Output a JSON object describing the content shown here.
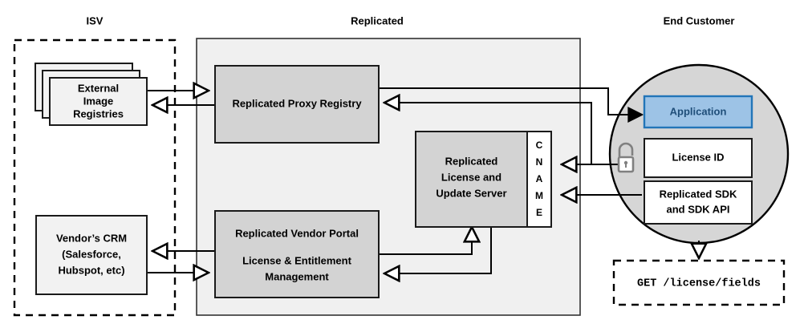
{
  "diagram": {
    "title_zones": [
      {
        "id": "isv",
        "label": "ISV"
      },
      {
        "id": "replicated",
        "label": "Replicated"
      },
      {
        "id": "end-customer",
        "label": "End Customer"
      }
    ],
    "isv": {
      "title": "ISV",
      "external_registries": {
        "line1": "External",
        "line2": "Image",
        "line3": "Registries"
      },
      "vendor_crm": {
        "line1": "Vendor’s CRM",
        "line2": "(Salesforce,",
        "line3": "Hubspot, etc)"
      }
    },
    "replicated": {
      "title": "Replicated",
      "proxy_registry": {
        "label": "Replicated Proxy Registry"
      },
      "license_update_server": {
        "line1": "Replicated",
        "line2": "License and",
        "line3": "Update Server"
      },
      "cname": {
        "label": "CNAME",
        "letters": [
          "C",
          "N",
          "A",
          "M",
          "E"
        ]
      },
      "vendor_portal": {
        "line1": "Replicated Vendor Portal",
        "line2": "License & Entitlement",
        "line3": "Management"
      }
    },
    "end_customer": {
      "title": "End Customer",
      "application": {
        "label": "Application"
      },
      "license_id": {
        "label": "License ID"
      },
      "sdk": {
        "line1": "Replicated SDK",
        "line2": "and SDK API"
      },
      "lock_icon": "unlocked-padlock-icon",
      "api_request": {
        "label": "GET /license/fields"
      }
    },
    "colors": {
      "application_fill": "#9dc3e6",
      "application_border": "#2275b8",
      "application_text": "#1f4e79",
      "zone_fill": "#f0f0f0",
      "node_fill": "#d3d3d3",
      "circle_fill": "#d6d6d6",
      "lock": "#808080",
      "stroke": "#000000"
    }
  }
}
